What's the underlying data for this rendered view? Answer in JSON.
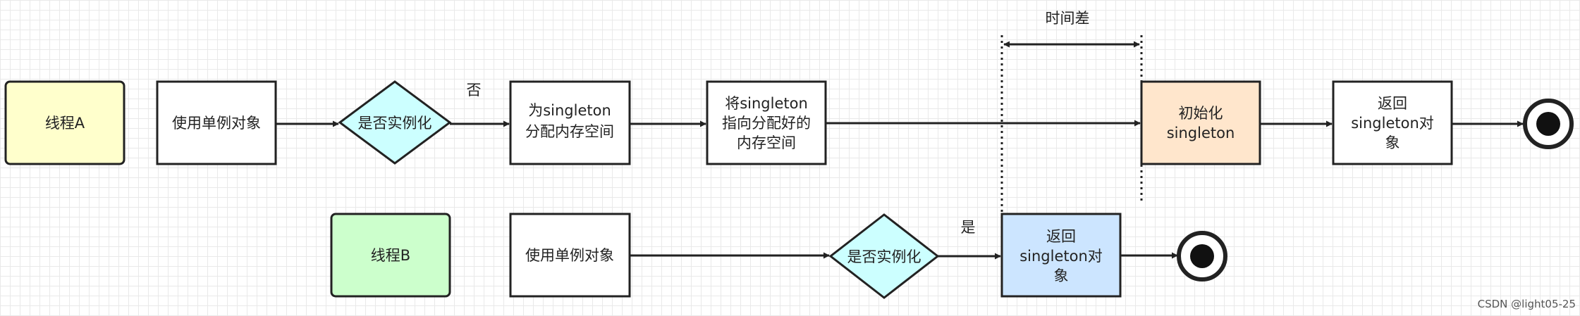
{
  "threadA": {
    "label": "线程A",
    "use": "使用单例对象",
    "check": "是否实例化",
    "no": "否",
    "alloc": [
      "为singleton",
      "分配内存空间"
    ],
    "point": [
      "将singleton",
      "指向分配好的",
      "内存空间"
    ],
    "init": [
      "初始化",
      "singleton"
    ],
    "ret": [
      "返回",
      "singleton对",
      "象"
    ]
  },
  "threadB": {
    "label": "线程B",
    "use": "使用单例对象",
    "check": "是否实例化",
    "yes": "是",
    "ret": [
      "返回",
      "singleton对",
      "象"
    ]
  },
  "time_gap": "时间差",
  "watermark": "CSDN @light05-25",
  "colors": {
    "threadA_fill": "#ffffcc",
    "threadB_fill": "#ccffcc",
    "decision_fill": "#ccffff",
    "init_fill": "#ffe6cc",
    "return_b_fill": "#cce5ff"
  }
}
